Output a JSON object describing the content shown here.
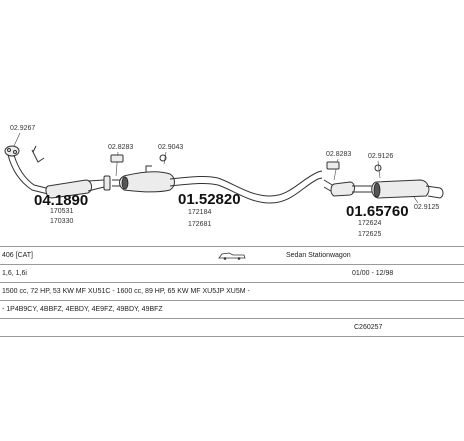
{
  "parts": [
    {
      "id": "part-1",
      "number": "04.1890",
      "refs": [
        "170531",
        "170330"
      ],
      "clamps": [
        "02.9267"
      ]
    },
    {
      "id": "part-2",
      "number": "01.52820",
      "refs": [
        "172184",
        "172681"
      ],
      "clamps": [
        "02.8283",
        "02.9043"
      ]
    },
    {
      "id": "part-3",
      "number": "01.65760",
      "refs": [
        "172624",
        "172625"
      ],
      "clamps": [
        "02.8283",
        "02.9126",
        "02.9125"
      ]
    }
  ],
  "info": {
    "model": "406 [CAT]",
    "body_type": "Sedan Stationwagon",
    "engine_sizes": "1,6, 1,6i",
    "production_years": "01/00 - 12/98",
    "engine_details": "1500 cc, 72 HP, 53 KW MF XU51C - 1600 cc, 89 HP, 65 KW MF XU5JP XU5M -",
    "engine_codes": "- 1P4B9CY, 4BBFZ, 4EBDY, 4E9FZ, 49BDY, 49BFZ",
    "catalog_code": "C260257"
  },
  "colors": {
    "line": "#333333",
    "row_border": "#9a9a9a"
  }
}
